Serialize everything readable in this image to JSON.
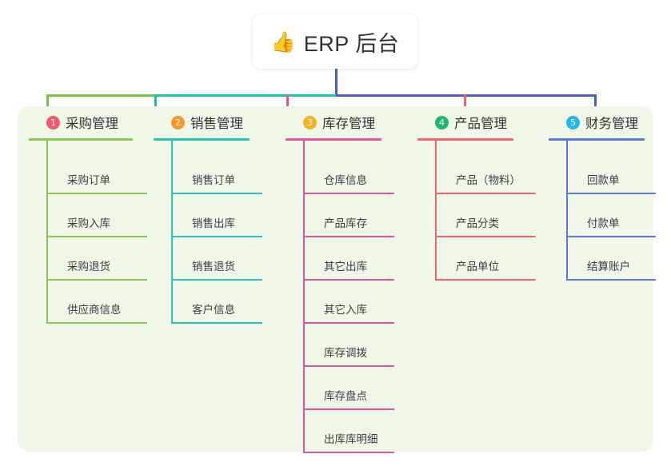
{
  "root": {
    "icon": "thumbs-up-icon",
    "emoji": "👍",
    "title": "ERP 后台"
  },
  "board": {
    "background_color": "#eef7e8"
  },
  "connector_colors": {
    "segment_1": "#7dbf4e",
    "segment_2": "#17c2a6",
    "segment_3": "#4a5fc1",
    "drop_1": "#7dbf4e",
    "drop_2": "#17c2a6",
    "drop_3": "#ec4f91",
    "drop_4": "#f4616b",
    "drop_5": "#4a5fc1",
    "trunk": "#4a5fc1"
  },
  "columns": [
    {
      "number": "1",
      "title": "采购管理",
      "badge_color": "#f4576b",
      "line_color": "#8bc552",
      "items": [
        {
          "label": "采购订单"
        },
        {
          "label": "采购入库"
        },
        {
          "label": "采购退货"
        },
        {
          "label": "供应商信息"
        }
      ]
    },
    {
      "number": "2",
      "title": "销售管理",
      "badge_color": "#f5972b",
      "line_color": "#2bc4b4",
      "items": [
        {
          "label": "销售订单"
        },
        {
          "label": "销售出库"
        },
        {
          "label": "销售退货"
        },
        {
          "label": "客户信息"
        }
      ]
    },
    {
      "number": "3",
      "title": "库存管理",
      "badge_color": "#f5b126",
      "line_color": "#e5539f",
      "items": [
        {
          "label": "仓库信息"
        },
        {
          "label": "产品库存"
        },
        {
          "label": "其它出库"
        },
        {
          "label": "其它入库"
        },
        {
          "label": "库存调拨"
        },
        {
          "label": "库存盘点"
        },
        {
          "label": "出库库明细"
        }
      ]
    },
    {
      "number": "4",
      "title": "产品管理",
      "badge_color": "#23b573",
      "line_color": "#f4646e",
      "items": [
        {
          "label": "产品（物料）"
        },
        {
          "label": "产品分类"
        },
        {
          "label": "产品单位"
        }
      ]
    },
    {
      "number": "5",
      "title": "财务管理",
      "badge_color": "#27b4ef",
      "line_color": "#5b79d6",
      "items": [
        {
          "label": "回款单"
        },
        {
          "label": "付款单"
        },
        {
          "label": "结算账户"
        }
      ]
    }
  ]
}
